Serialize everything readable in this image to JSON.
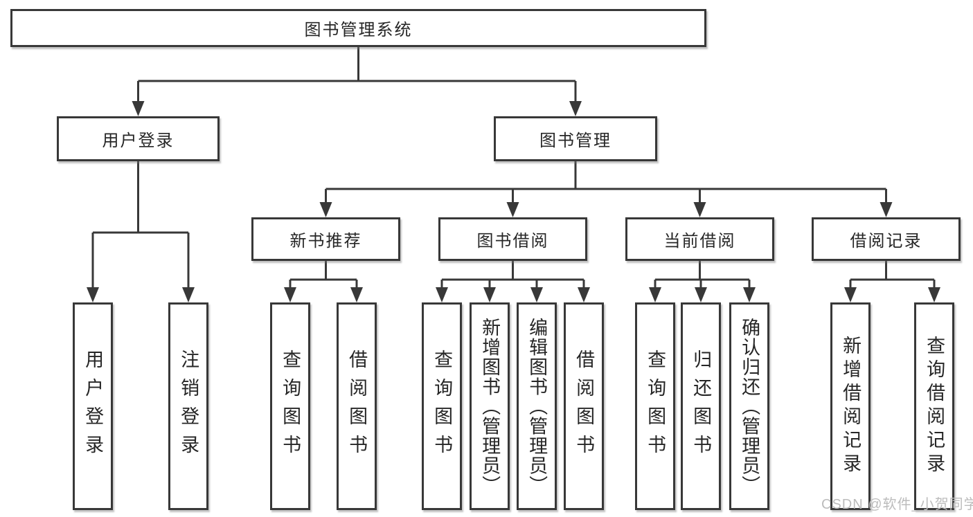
{
  "tree": {
    "label": "图书管理系统",
    "children": [
      {
        "label": "用户登录",
        "children": [
          {
            "label": "用户登录"
          },
          {
            "label": "注销登录"
          }
        ]
      },
      {
        "label": "图书管理",
        "children": [
          {
            "label": "新书推荐",
            "children": [
              {
                "label": "查询图书"
              },
              {
                "label": "借阅图书"
              }
            ]
          },
          {
            "label": "图书借阅",
            "children": [
              {
                "label": "查询图书"
              },
              {
                "label": "新增图书（管理员）"
              },
              {
                "label": "编辑图书（管理员）"
              },
              {
                "label": "借阅图书"
              }
            ]
          },
          {
            "label": "当前借阅",
            "children": [
              {
                "label": "查询图书"
              },
              {
                "label": "归还图书"
              },
              {
                "label": "确认归还（管理员）"
              }
            ]
          },
          {
            "label": "借阅记录",
            "children": [
              {
                "label": "新增借阅记录"
              },
              {
                "label": "查询借阅记录"
              }
            ]
          }
        ]
      }
    ]
  },
  "watermark": {
    "text": "CSDN @软件_小贺同学"
  },
  "colors": {
    "line": "#383838",
    "box_border": "#383838",
    "text": "#262626",
    "watermark": "#bcbcbc",
    "background": "#ffffff"
  }
}
